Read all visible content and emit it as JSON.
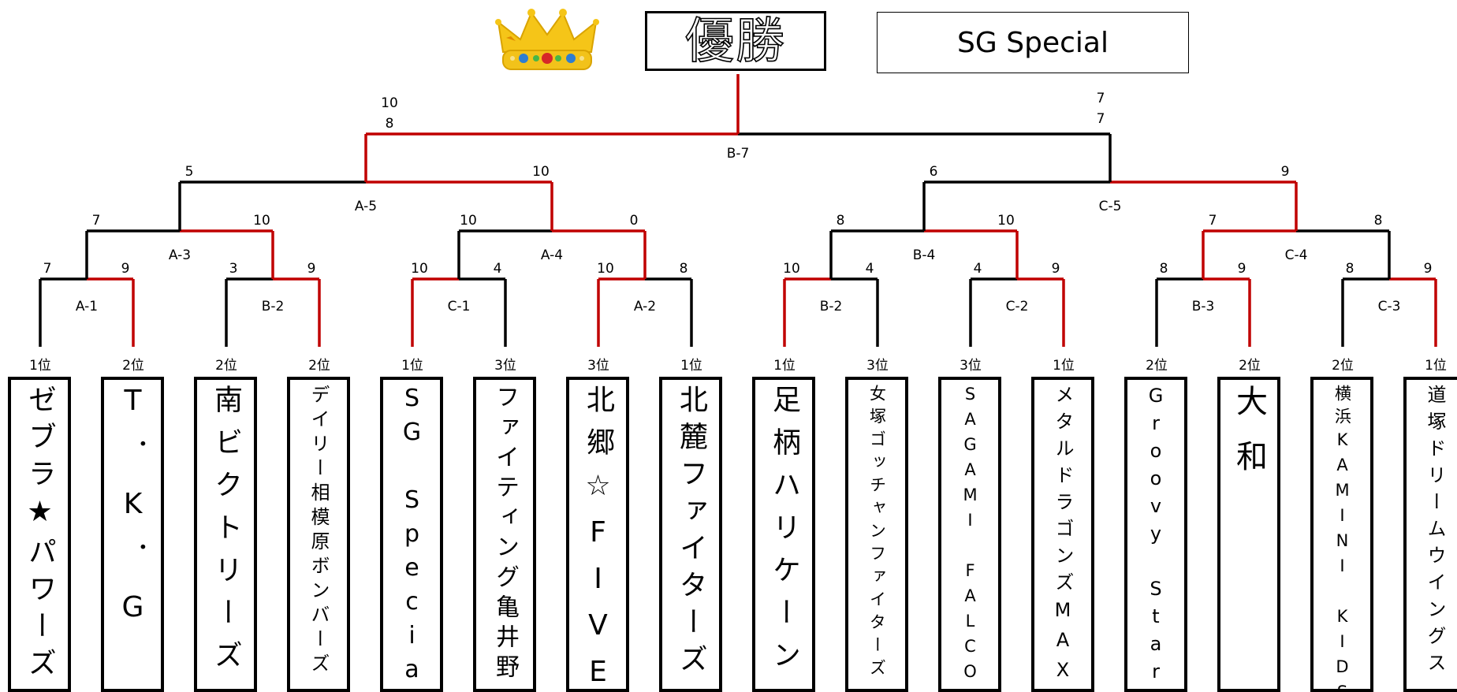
{
  "header": {
    "champion_label": "優勝",
    "winner_name": "SG Special",
    "crown_icon": "crown-icon"
  },
  "colors": {
    "win_line": "#c00000",
    "lose_line": "#000000"
  },
  "teams": [
    {
      "name": "ゼブラ★パワーズ",
      "rank": "1位"
    },
    {
      "name": "T．K．G",
      "rank": "2位"
    },
    {
      "name": "南ビクトリーズ",
      "rank": "2位"
    },
    {
      "name": "デイリー相模原ボンバーズ",
      "rank": "2位"
    },
    {
      "name": "SG Special",
      "rank": "1位"
    },
    {
      "name": "ファイティング亀井野",
      "rank": "3位"
    },
    {
      "name": "北郷☆FIVE",
      "rank": "3位"
    },
    {
      "name": "北麓ファイターズ",
      "rank": "1位"
    },
    {
      "name": "足柄ハリケーン",
      "rank": "1位"
    },
    {
      "name": "女塚ゴッチャンファイターズ",
      "rank": "3位"
    },
    {
      "name": "SAGAMI FALCON",
      "rank": "3位"
    },
    {
      "name": "メタルドラゴンズMAX",
      "rank": "1位"
    },
    {
      "name": "Groovy Stars",
      "rank": "2位"
    },
    {
      "name": "大和",
      "rank": "2位"
    },
    {
      "name": "横浜KAMINI KIDS",
      "rank": "2位"
    },
    {
      "name": "道塚ドリームウイングス",
      "rank": "1位"
    }
  ],
  "matches": [
    {
      "id": "r1-1",
      "court": "A-1",
      "left_score": "7",
      "right_score": "9",
      "winner": "right"
    },
    {
      "id": "r1-2",
      "court": "B-2",
      "left_score": "3",
      "right_score": "9",
      "winner": "right"
    },
    {
      "id": "r1-3",
      "court": "C-1",
      "left_score": "10",
      "right_score": "4",
      "winner": "left"
    },
    {
      "id": "r1-4",
      "court": "A-2",
      "left_score": "10",
      "right_score": "8",
      "winner": "left"
    },
    {
      "id": "r1-5",
      "court": "B-2",
      "left_score": "10",
      "right_score": "4",
      "winner": "left"
    },
    {
      "id": "r1-6",
      "court": "C-2",
      "left_score": "4",
      "right_score": "9",
      "winner": "right"
    },
    {
      "id": "r1-7",
      "court": "B-3",
      "left_score": "8",
      "right_score": "9",
      "winner": "right"
    },
    {
      "id": "r1-8",
      "court": "C-3",
      "left_score": "8",
      "right_score": "9",
      "winner": "right"
    },
    {
      "id": "r2-1",
      "court": "A-3",
      "left_score": "7",
      "right_score": "10",
      "winner": "right"
    },
    {
      "id": "r2-2",
      "court": "A-4",
      "left_score": "10",
      "right_score": "0",
      "winner": "right"
    },
    {
      "id": "r2-3",
      "court": "B-4",
      "left_score": "8",
      "right_score": "10",
      "winner": "right"
    },
    {
      "id": "r2-4",
      "court": "C-4",
      "left_score": "7",
      "right_score": "8",
      "winner": "left"
    },
    {
      "id": "r3-1",
      "court": "A-5",
      "left_score": "5",
      "right_score": "10",
      "winner": "right"
    },
    {
      "id": "r3-2",
      "court": "C-5",
      "left_score": "6",
      "right_score": "9",
      "winner": "right"
    },
    {
      "id": "final",
      "court": "B-7",
      "left_score": "10\n8",
      "right_score": "7\n7",
      "winner": "left"
    }
  ]
}
